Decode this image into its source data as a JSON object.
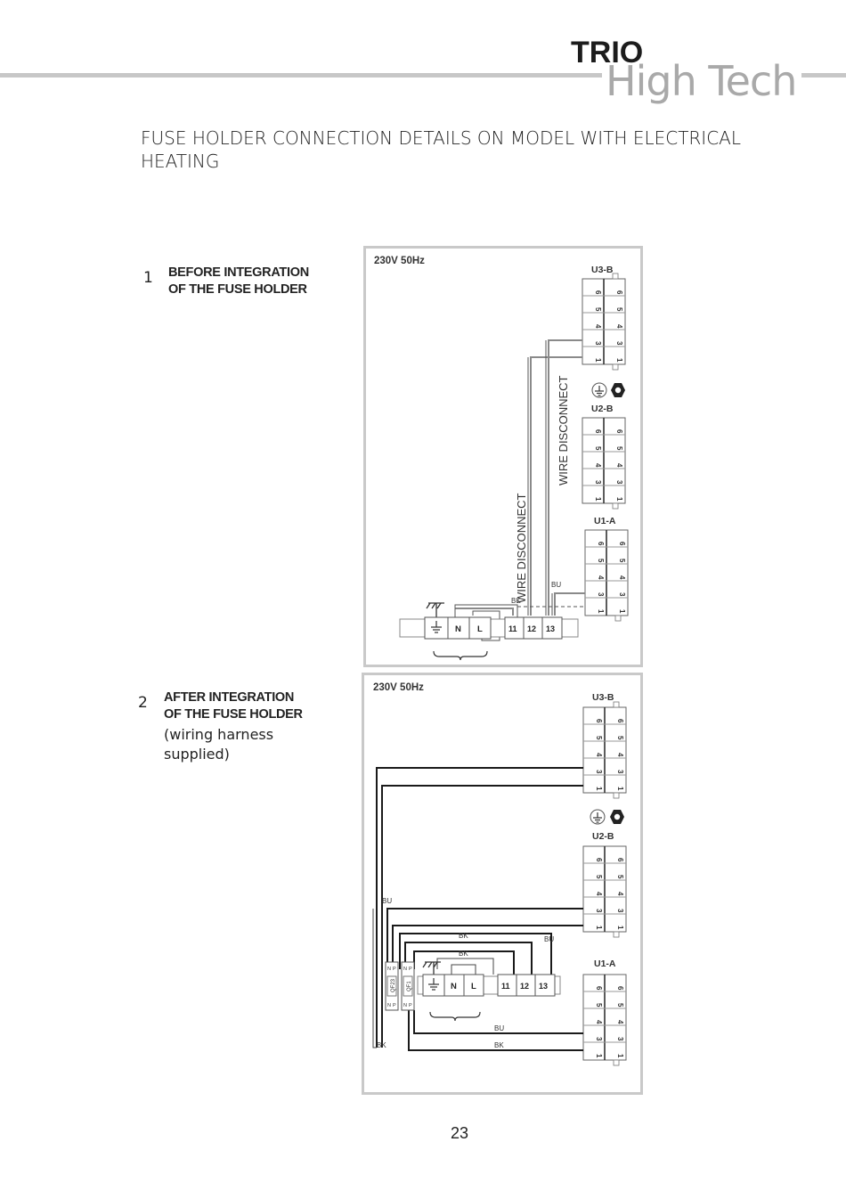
{
  "header": {
    "brand_primary": "TRIO",
    "brand_secondary": "High Tech"
  },
  "title": "FUSE HOLDER CONNECTION DETAILS ON MODEL WITH ELECTRICAL HEATING",
  "steps": [
    {
      "number": "1",
      "label_line1": "BEFORE INTEGRATION",
      "label_line2": "OF THE FUSE HOLDER",
      "note_line1": "",
      "note_line2": ""
    },
    {
      "number": "2",
      "label_line1": "AFTER INTEGRATION",
      "label_line2": "OF THE FUSE HOLDER",
      "note_line1": "(wiring harness",
      "note_line2": "supplied)"
    }
  ],
  "diagram1": {
    "supply": "230V 50Hz",
    "wire_label_1": "WIRE DISCONNECT",
    "wire_label_2": "WIRE DISCONNECT",
    "wire_bk": "BK",
    "wire_bu": "BU"
  },
  "diagram2": {
    "supply": "230V 50Hz",
    "wire_bu_1": "BU",
    "wire_bk_1": "BK",
    "wire_bu_2": "BU",
    "wire_bk_2": "BK",
    "wire_bu_3": "BU",
    "wire_bk_3": "BK",
    "wire_bk_4": "BK"
  },
  "units": {
    "u3": "U3-B",
    "u2": "U2-B",
    "u1": "U1-A"
  },
  "terminal_numbers": [
    "6",
    "5",
    "4",
    "3",
    "1"
  ],
  "terminal_strip": {
    "n": "N",
    "l": "L",
    "t11": "11",
    "t12": "12",
    "t13": "13"
  },
  "fuses": {
    "qf23": "QF23",
    "qf1": "QF1",
    "pole_n": "N",
    "pole_p": "P"
  },
  "page_number": "23",
  "colors": {
    "rule": "#c7c7c7",
    "panel_border": "#c9c9c9",
    "wire": "#1a1a1a",
    "wire_grey": "#8a8a8a"
  },
  "icons": [
    "ground-icon",
    "hex-nut-icon"
  ]
}
